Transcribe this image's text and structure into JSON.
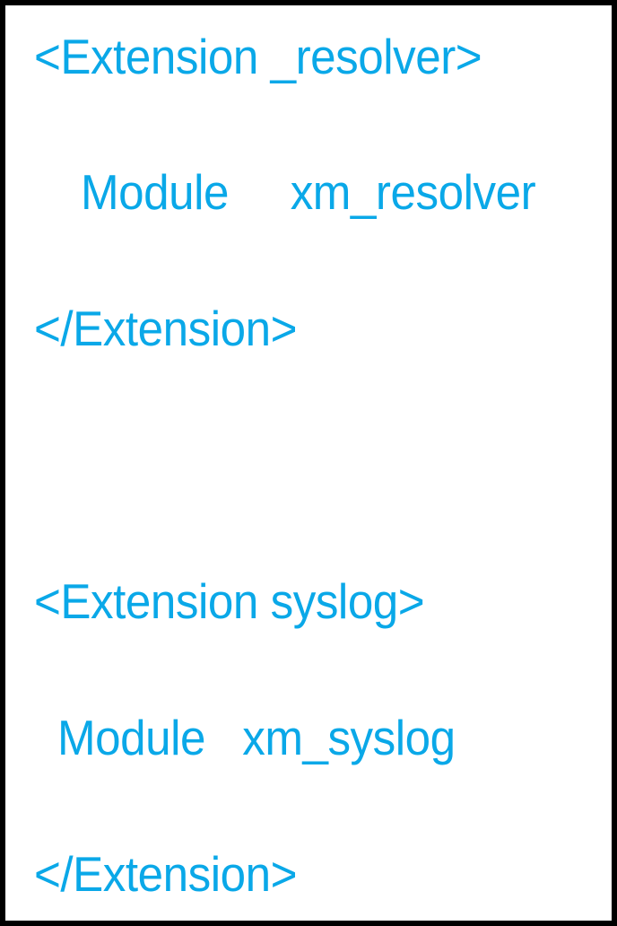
{
  "document": {
    "kind": "code-snippet",
    "language": "nxlog-config",
    "background_color": "#ffffff",
    "border_color": "#000000",
    "text_color": "#0aa8e8"
  },
  "code": {
    "lines": [
      {
        "id": "line-1",
        "text": "<Extension _resolver>",
        "blank": false
      },
      {
        "id": "line-2",
        "text": "Module     xm_resolver",
        "blank": false
      },
      {
        "id": "line-3",
        "text": "</Extension>",
        "blank": false
      },
      {
        "id": "line-4",
        "text": "",
        "blank": true
      },
      {
        "id": "line-5",
        "text": "<Extension syslog>",
        "blank": false
      },
      {
        "id": "line-6",
        "text": "Module   xm_syslog",
        "blank": false
      },
      {
        "id": "line-7",
        "text": "</Extension>",
        "blank": false
      }
    ],
    "blocks": [
      {
        "open_tag": "<Extension _resolver>",
        "directive_key": "Module",
        "directive_value": "xm_resolver",
        "close_tag": "</Extension>"
      },
      {
        "open_tag": "<Extension syslog>",
        "directive_key": "Module",
        "directive_value": "xm_syslog",
        "close_tag": "</Extension>"
      }
    ]
  }
}
